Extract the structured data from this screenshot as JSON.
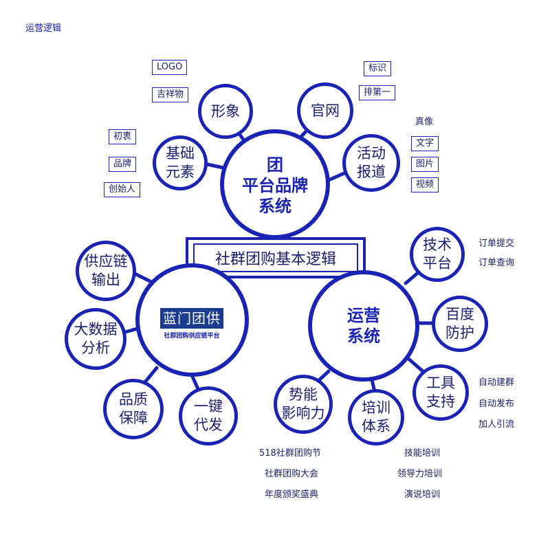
{
  "page_title": "运营逻辑",
  "center": "社群团购基本逻辑",
  "brand": {
    "main": "团\n平台品牌\n系统",
    "nodes": {
      "image": "形象",
      "website": "官网",
      "foundation": "基础\n元素",
      "activity": "活动\n报道"
    },
    "image_tags": [
      "LOGO",
      "吉祥物"
    ],
    "website_tags": [
      "标识",
      "排第一"
    ],
    "foundation_tags": [
      "初衷",
      "品牌",
      "创始人"
    ],
    "activity_tags": [
      "真像",
      "文字",
      "图片",
      "视频"
    ]
  },
  "supply": {
    "logo_main": "蓝门团供",
    "logo_sub": "社群团购供应链平台",
    "nodes": {
      "output": "供应链\n输出",
      "bigdata": "大数据\n分析",
      "quality": "品质\n保障",
      "dropship": "一键\n代发"
    }
  },
  "ops": {
    "main": "运营\n系统",
    "nodes": {
      "tech": "技术\n平台",
      "baidu": "百度\n防护",
      "tools": "工具\n支持",
      "training": "培训\n体系",
      "influence": "势能\n影响力"
    },
    "tech_items": [
      "订单提交",
      "订单查询"
    ],
    "tools_items": [
      "自动建群",
      "自动发布",
      "加人引流"
    ],
    "training_items": [
      "技能培训",
      "领导力培训",
      "演说培训"
    ],
    "influence_items": [
      "518社群团购节",
      "社群团购大会",
      "年度颁奖盛典"
    ]
  },
  "colors": {
    "primary": "#1a23b4",
    "text": "#1a1f6e",
    "logo_bg": "#1a3d8f"
  }
}
